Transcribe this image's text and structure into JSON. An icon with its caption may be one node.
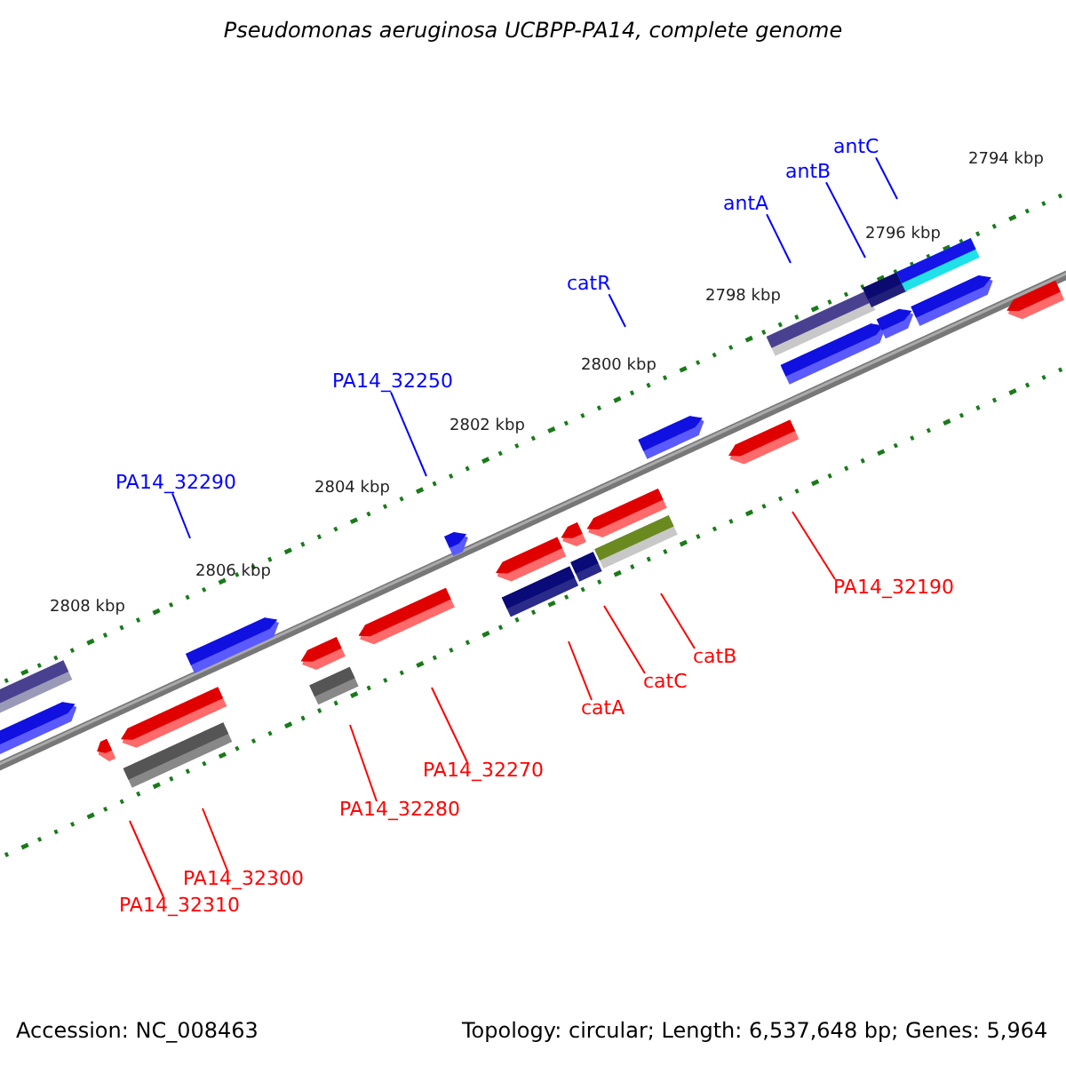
{
  "diagram": {
    "title": "Pseudomonas aeruginosa UCBPP-PA14, complete genome",
    "nodes": [
      {
        "text": [
          "antC"
        ]
      },
      {
        "text": [
          "antB"
        ]
      },
      {
        "text": [
          "antA"
        ]
      },
      {
        "text": [
          "catR"
        ]
      },
      {
        "text": [
          "PA14_32250"
        ]
      },
      {
        "text": [
          "PA14_32290"
        ]
      },
      {
        "text": [
          "PA14_32190"
        ]
      },
      {
        "text": [
          "catB"
        ]
      },
      {
        "text": [
          "catC"
        ]
      },
      {
        "text": [
          "catA"
        ]
      },
      {
        "text": [
          "PA14_32270"
        ]
      },
      {
        "text": [
          "PA14_32280"
        ]
      },
      {
        "text": [
          "PA14_32300"
        ]
      },
      {
        "text": [
          "PA14_32310"
        ]
      }
    ],
    "edges": [
      {
        "from": 0,
        "to": null,
        "arrow": "none",
        "color": "#0000ff"
      },
      {
        "from": 1,
        "to": null,
        "arrow": "none",
        "color": "#0000ff"
      },
      {
        "from": 2,
        "to": null,
        "arrow": "none",
        "color": "#0000ff"
      },
      {
        "from": 3,
        "to": null,
        "arrow": "none",
        "color": "#0000ff"
      },
      {
        "from": 4,
        "to": null,
        "arrow": "none",
        "color": "#0000ff"
      },
      {
        "from": 5,
        "to": null,
        "arrow": "none",
        "color": "#0000ff"
      },
      {
        "from": 6,
        "to": null,
        "arrow": "none",
        "color": "#ff0000"
      },
      {
        "from": 7,
        "to": null,
        "arrow": "none",
        "color": "#ff0000"
      },
      {
        "from": 8,
        "to": null,
        "arrow": "none",
        "color": "#ff0000"
      },
      {
        "from": 9,
        "to": null,
        "arrow": "none",
        "color": "#ff0000"
      },
      {
        "from": 10,
        "to": null,
        "arrow": "none",
        "color": "#ff0000"
      },
      {
        "from": 11,
        "to": null,
        "arrow": "none",
        "color": "#ff0000"
      },
      {
        "from": 12,
        "to": null,
        "arrow": "none",
        "color": "#ff0000"
      },
      {
        "from": 13,
        "to": null,
        "arrow": "none",
        "color": "#ff0000"
      }
    ],
    "labels": [
      "2794 kbp",
      "2796 kbp",
      "2798 kbp",
      "2800 kbp",
      "2802 kbp",
      "2804 kbp",
      "2806 kbp",
      "2808 kbp",
      "Accession: NC_008463",
      "Topology: circular; Length: 6,537,648 bp; Genes: 5,964"
    ]
  }
}
